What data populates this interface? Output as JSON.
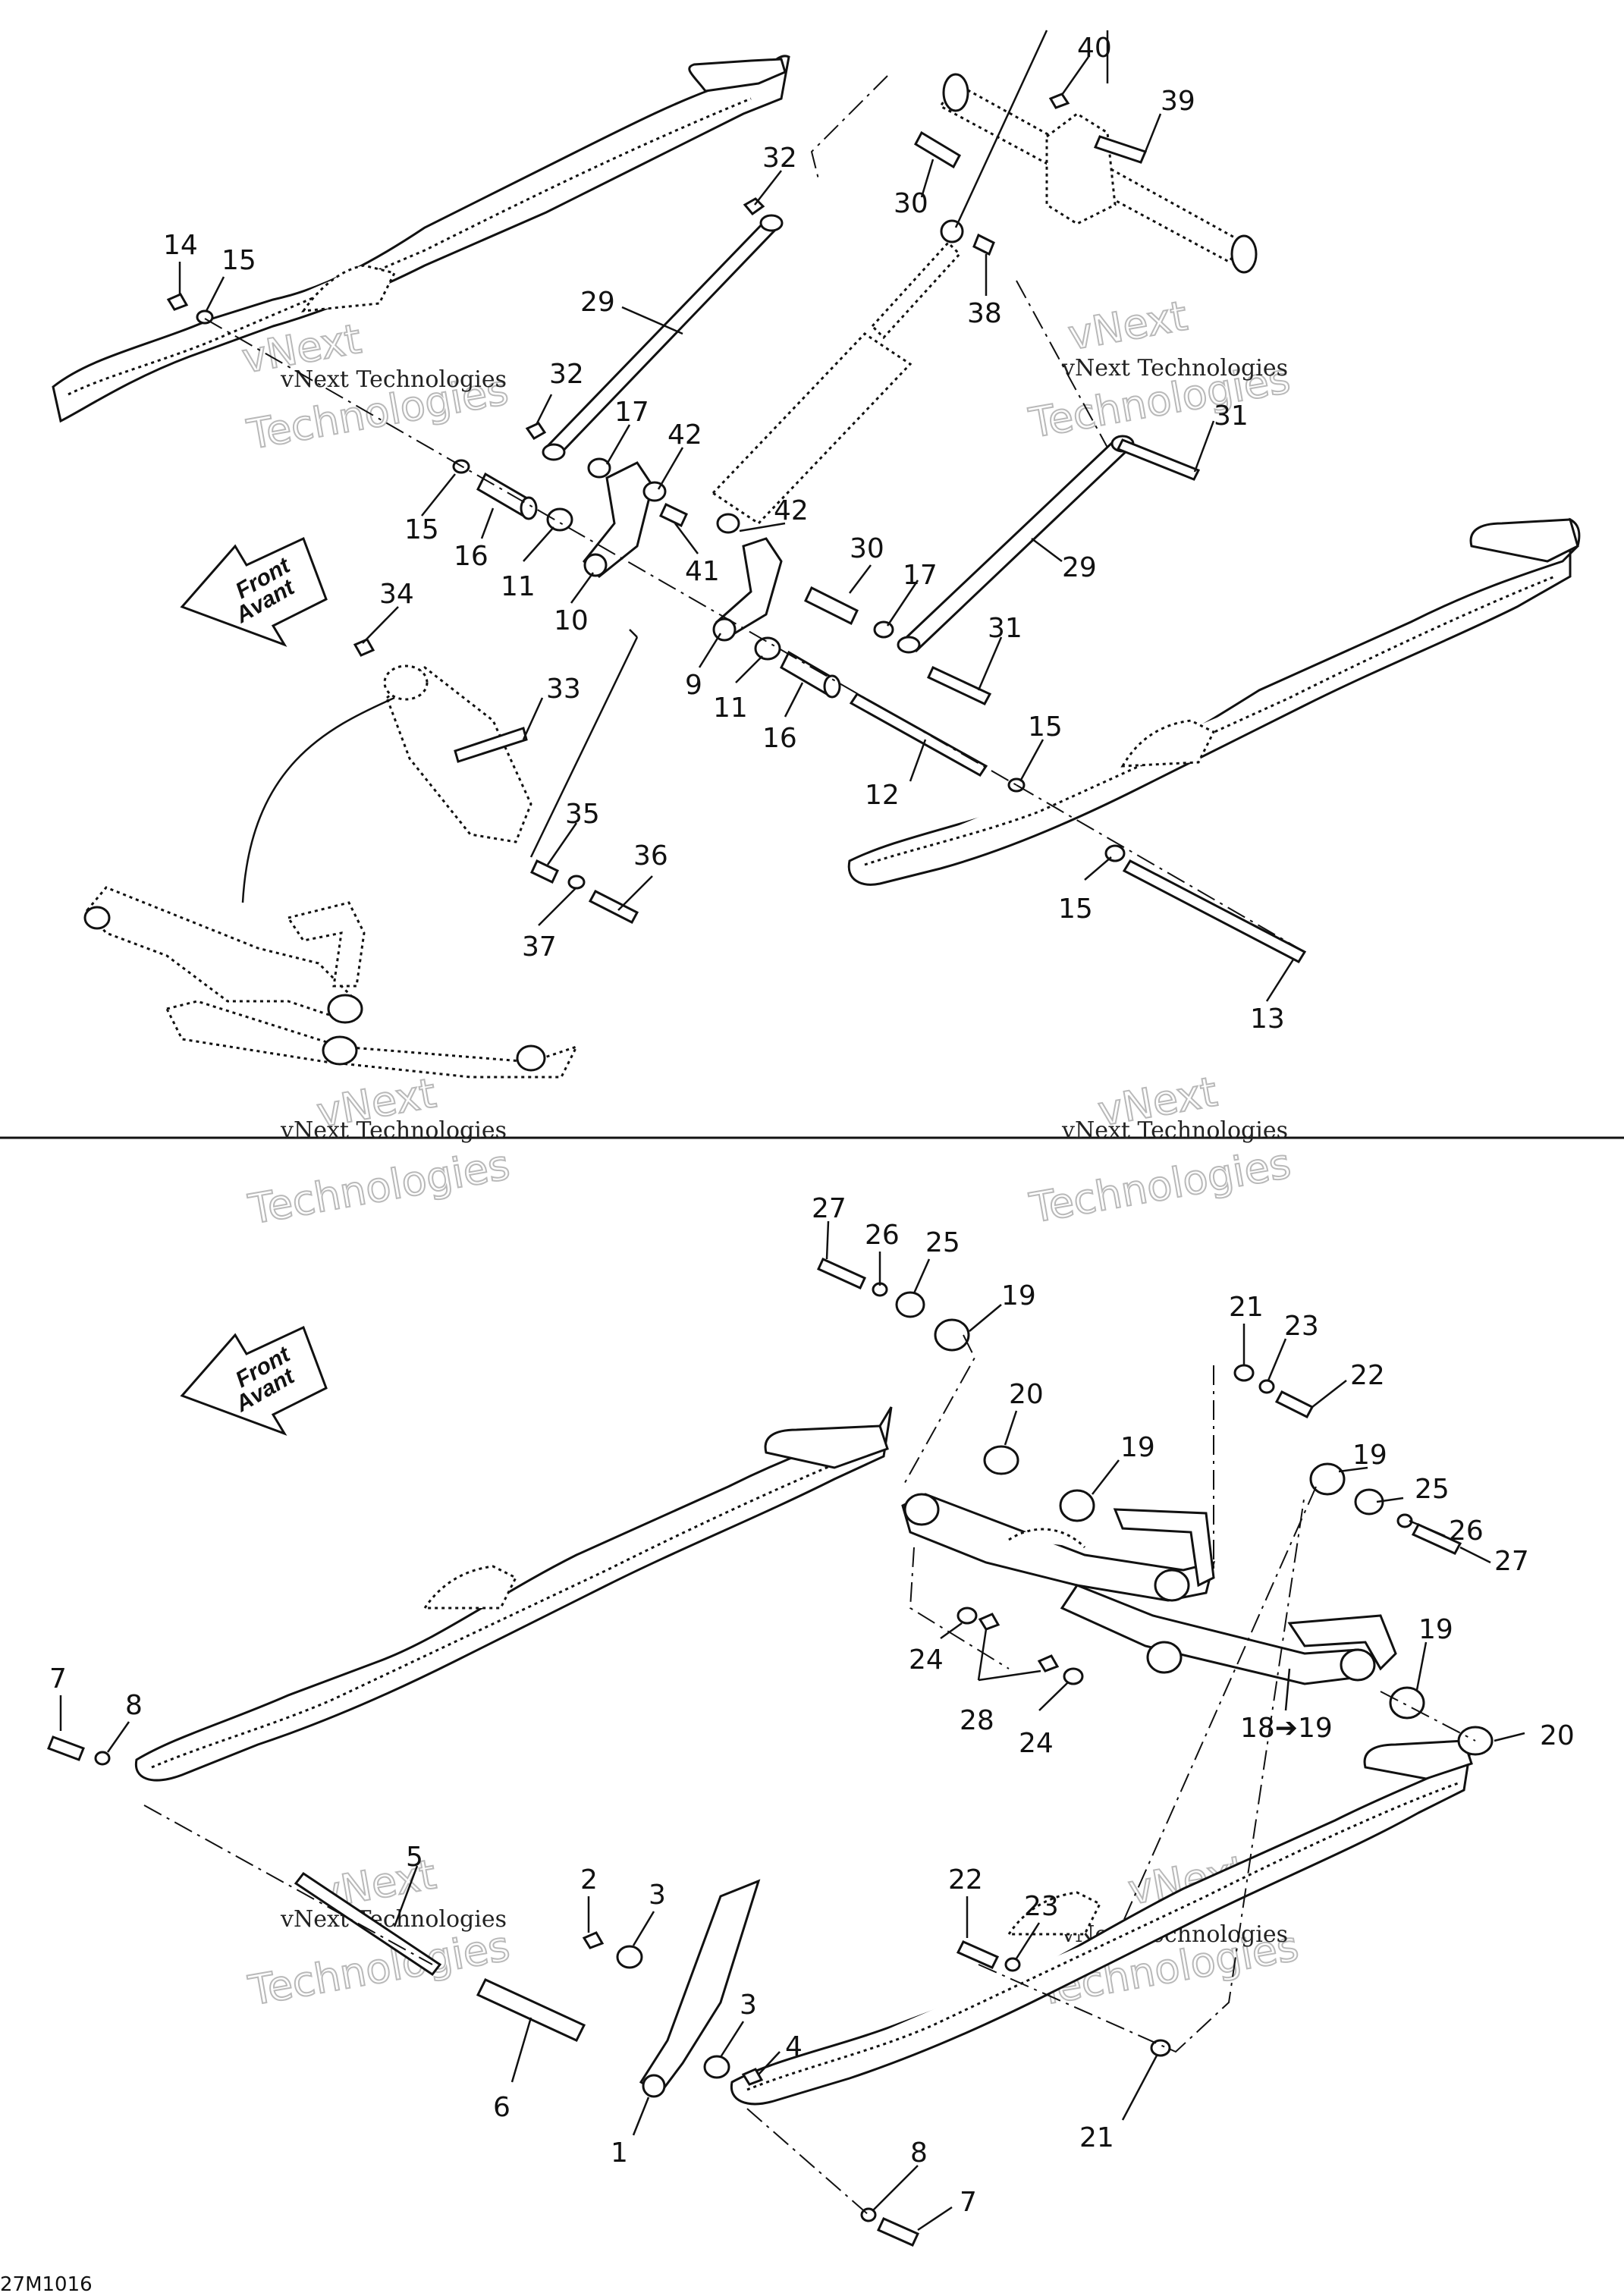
{
  "front_arrow": {
    "line1": "Front",
    "line2": "Avant"
  },
  "watermark": {
    "line1": "vNext Technologies",
    "big1": "vNext",
    "big2": "Technologies"
  },
  "reference_code": "27M1016",
  "callouts_top": [
    {
      "label": "40"
    },
    {
      "label": "39"
    },
    {
      "label": "32"
    },
    {
      "label": "30"
    },
    {
      "label": "38"
    },
    {
      "label": "14"
    },
    {
      "label": "15"
    },
    {
      "label": "29"
    },
    {
      "label": "32"
    },
    {
      "label": "17"
    },
    {
      "label": "42"
    },
    {
      "label": "42"
    },
    {
      "label": "15"
    },
    {
      "label": "16"
    },
    {
      "label": "11"
    },
    {
      "label": "41"
    },
    {
      "label": "10"
    },
    {
      "label": "31"
    },
    {
      "label": "29"
    },
    {
      "label": "30"
    },
    {
      "label": "17"
    },
    {
      "label": "34"
    },
    {
      "label": "31"
    },
    {
      "label": "9"
    },
    {
      "label": "11"
    },
    {
      "label": "16"
    },
    {
      "label": "33"
    },
    {
      "label": "15"
    },
    {
      "label": "12"
    },
    {
      "label": "35"
    },
    {
      "label": "36"
    },
    {
      "label": "37"
    },
    {
      "label": "15"
    },
    {
      "label": "13"
    }
  ],
  "callouts_bottom": [
    {
      "label": "27"
    },
    {
      "label": "26"
    },
    {
      "label": "25"
    },
    {
      "label": "19"
    },
    {
      "label": "21"
    },
    {
      "label": "23"
    },
    {
      "label": "22"
    },
    {
      "label": "20"
    },
    {
      "label": "19"
    },
    {
      "label": "19"
    },
    {
      "label": "25"
    },
    {
      "label": "26"
    },
    {
      "label": "27"
    },
    {
      "label": "24"
    },
    {
      "label": "28"
    },
    {
      "label": "24"
    },
    {
      "label": "19"
    },
    {
      "label": "18➔19"
    },
    {
      "label": "20"
    },
    {
      "label": "7"
    },
    {
      "label": "8"
    },
    {
      "label": "5"
    },
    {
      "label": "2"
    },
    {
      "label": "3"
    },
    {
      "label": "22"
    },
    {
      "label": "23"
    },
    {
      "label": "6"
    },
    {
      "label": "3"
    },
    {
      "label": "4"
    },
    {
      "label": "21"
    },
    {
      "label": "1"
    },
    {
      "label": "8"
    },
    {
      "label": "7"
    }
  ]
}
